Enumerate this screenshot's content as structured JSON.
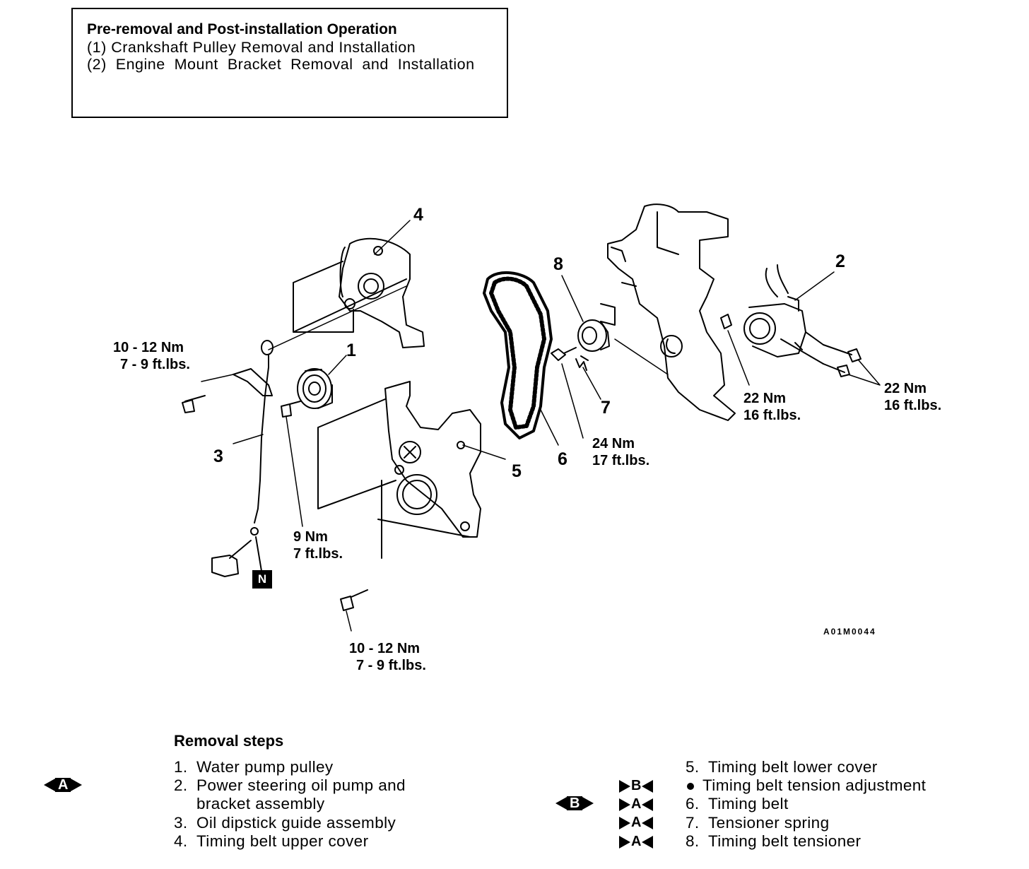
{
  "pre_box": {
    "title": "Pre-removal and Post-installation Operation",
    "items": [
      "(1)  Crankshaft Pulley Removal and Installation",
      "(2)  Engine  Mount  Bracket  Removal  and  Installation"
    ]
  },
  "diagram": {
    "callouts": [
      "1",
      "2",
      "3",
      "4",
      "5",
      "6",
      "7",
      "8"
    ],
    "torques": {
      "dipstick_bolt": [
        "10 - 12 Nm",
        "7 - 9 ft.lbs."
      ],
      "pulley_bolt": [
        "9 Nm",
        "7 ft.lbs."
      ],
      "lower_cover_bolt": [
        "10 - 12 Nm",
        "7 - 9 ft.lbs."
      ],
      "tensioner_bolt": [
        "24 Nm",
        "17 ft.lbs."
      ],
      "pump_bolt_left": [
        "22 Nm",
        "16 ft.lbs."
      ],
      "pump_bolt_right": [
        "22 Nm",
        "16 ft.lbs."
      ]
    },
    "n_mark": "N",
    "figure_code": "A01M0044"
  },
  "removal": {
    "title": "Removal steps",
    "left_marks": {
      "step2": "A"
    },
    "left_steps": [
      {
        "num": "1.",
        "text": "Water pump pulley"
      },
      {
        "num": "2.",
        "text": "Power steering oil pump and"
      },
      {
        "num": "",
        "text": "bracket assembly"
      },
      {
        "num": "3.",
        "text": "Oil dipstick guide assembly"
      },
      {
        "num": "4.",
        "text": "Timing belt upper cover"
      }
    ],
    "right_steps": [
      {
        "num": "5.",
        "text": "Timing belt lower cover",
        "mark": "",
        "outer_mark": ""
      },
      {
        "num": "",
        "text": "Timing belt tension adjustment",
        "mark": "B",
        "outer_mark": ""
      },
      {
        "num": "6.",
        "text": "Timing belt",
        "mark": "A",
        "outer_mark": "B"
      },
      {
        "num": "7.",
        "text": "Tensioner spring",
        "mark": "A",
        "outer_mark": ""
      },
      {
        "num": "8.",
        "text": "Timing belt tensioner",
        "mark": "A",
        "outer_mark": ""
      }
    ]
  }
}
